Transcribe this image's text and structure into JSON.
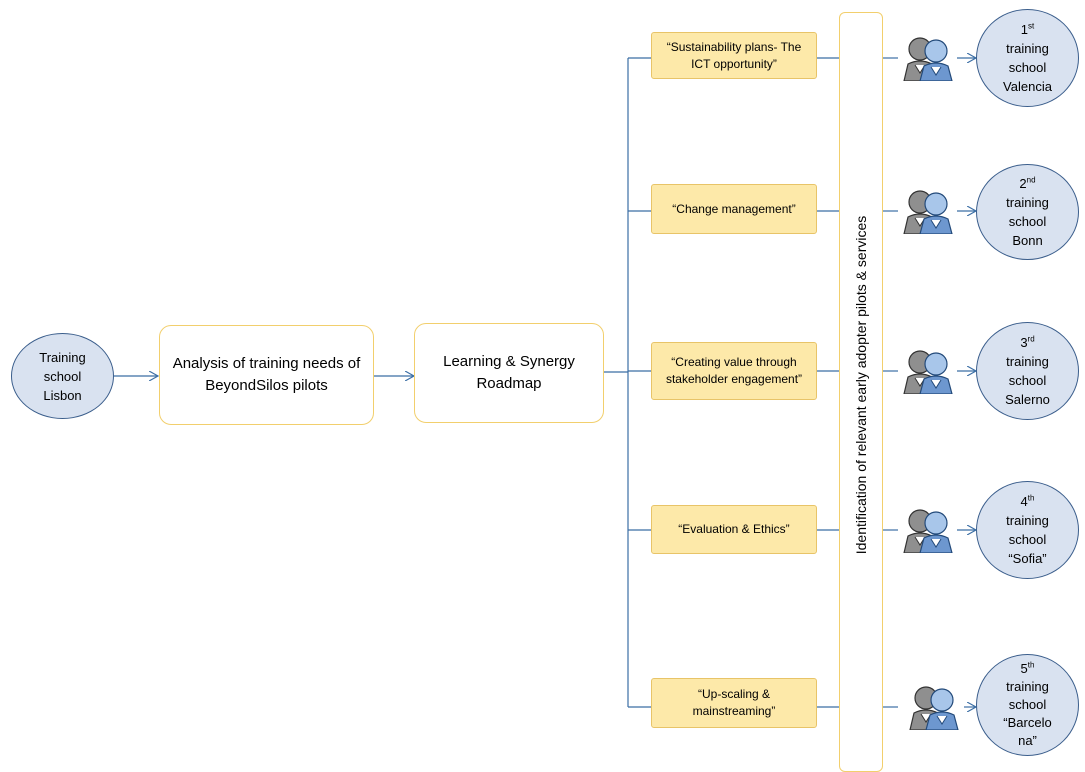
{
  "lisbon": [
    "Training",
    "school",
    "Lisbon"
  ],
  "analysis": "Analysis of training needs of BeyondSilos pilots",
  "roadmap": "Learning & Synergy Roadmap",
  "identification": "Identification of relevant  early adopter pilots & services",
  "topics": [
    "“Sustainability plans- The ICT opportunity”",
    "“Change management”",
    "“Creating value through stakeholder engagement”",
    "“Evaluation & Ethics”",
    "“Up-scaling & mainstreaming”"
  ],
  "schools": [
    {
      "num": "1",
      "sup": "st",
      "lines": [
        "training",
        "school",
        "Valencia"
      ]
    },
    {
      "num": "2",
      "sup": "nd",
      "lines": [
        "training",
        "school",
        "Bonn"
      ]
    },
    {
      "num": "3",
      "sup": "rd",
      "lines": [
        "training",
        "school",
        "Salerno"
      ]
    },
    {
      "num": "4",
      "sup": "th",
      "lines": [
        "training",
        "school",
        "“Sofia”"
      ]
    },
    {
      "num": "5",
      "sup": "th",
      "lines": [
        "training",
        "school",
        "“Barcelo",
        "na”"
      ]
    }
  ],
  "icons": {
    "people": "people-icon"
  },
  "colors": {
    "ellipse_fill": "#d9e2f0",
    "ellipse_border": "#3b5e8c",
    "box_border": "#f2cf6d",
    "topic_fill": "#fde9a9",
    "connector": "#3b6ea5"
  }
}
